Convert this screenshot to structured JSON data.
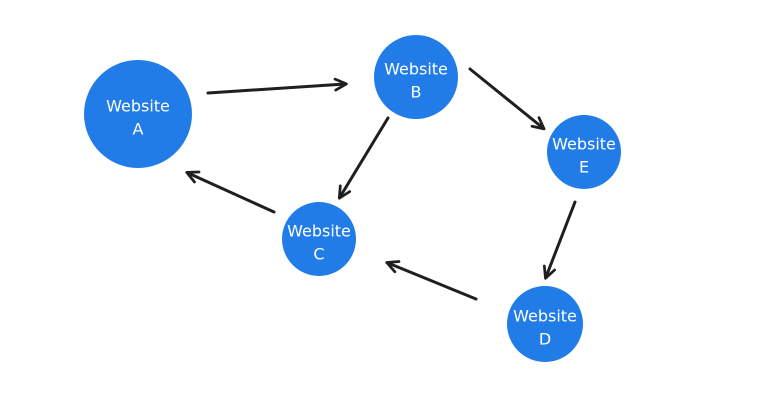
{
  "diagram": {
    "description": "Directed graph of five websites linked by arrows",
    "colors": {
      "node_fill": "#217CE8",
      "node_text": "#ffffff",
      "arrow": "#1f1f1f",
      "background": "#ffffff"
    },
    "nodes": [
      {
        "id": "A",
        "line1": "Website",
        "line2": "A"
      },
      {
        "id": "B",
        "line1": "Website",
        "line2": "B"
      },
      {
        "id": "C",
        "line1": "Website",
        "line2": "C"
      },
      {
        "id": "D",
        "line1": "Website",
        "line2": "D"
      },
      {
        "id": "E",
        "line1": "Website",
        "line2": "E"
      }
    ],
    "edges": [
      {
        "from": "A",
        "to": "B"
      },
      {
        "from": "B",
        "to": "E"
      },
      {
        "from": "B",
        "to": "C"
      },
      {
        "from": "E",
        "to": "D"
      },
      {
        "from": "D",
        "to": "C"
      },
      {
        "from": "C",
        "to": "A"
      }
    ]
  }
}
